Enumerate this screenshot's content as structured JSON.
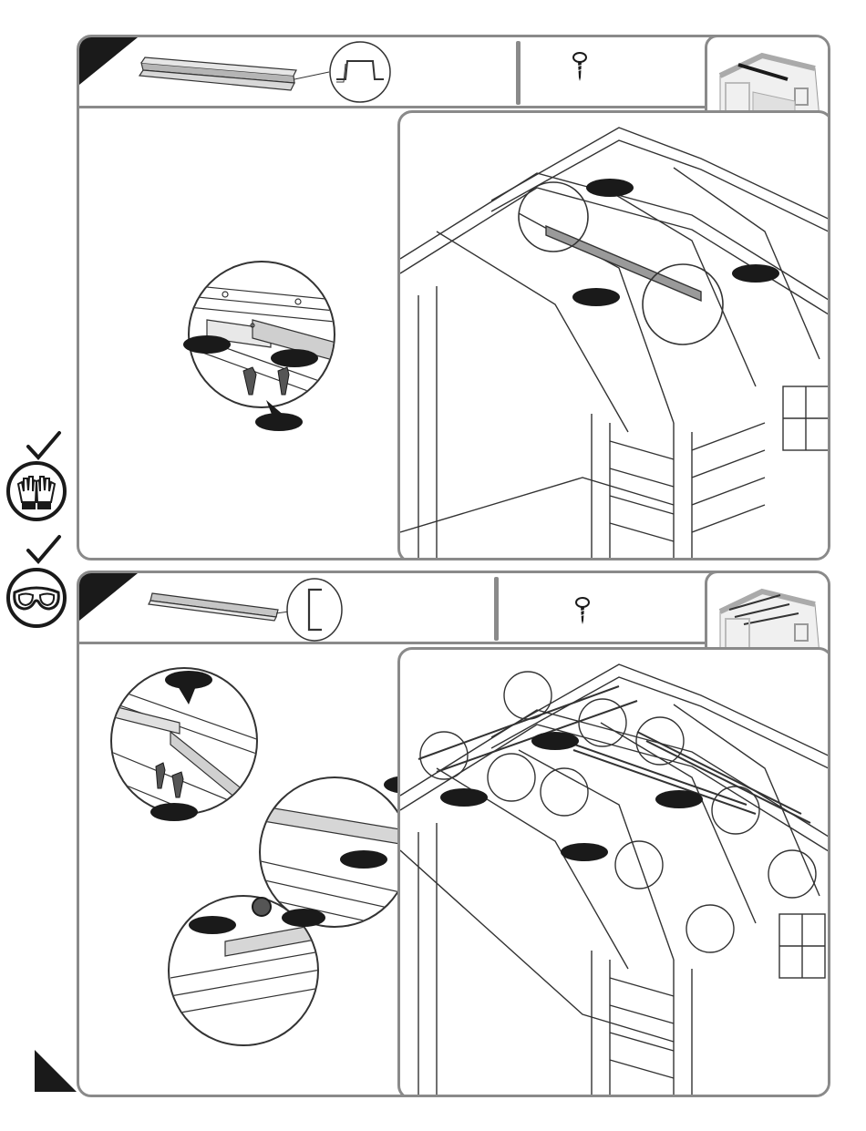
{
  "manual": {
    "steps": [
      {
        "id": "roof-ridge-beam",
        "part_profile": "hat-channel-beam",
        "fastener": "screw-icon",
        "callout_marker_color": "#1a1a1a"
      },
      {
        "id": "roof-purlins",
        "part_profile": "c-channel-beam",
        "fastener": "screw-icon",
        "callout_marker_color": "#1a1a1a"
      }
    ],
    "safety": {
      "gloves": {
        "checked": true,
        "icon": "gloves-icon"
      },
      "goggles": {
        "checked": true,
        "icon": "goggles-icon"
      }
    },
    "colors": {
      "frame": "#8a8a8a",
      "ink": "#1a1a1a",
      "highlight": "#9a9a9a"
    }
  }
}
